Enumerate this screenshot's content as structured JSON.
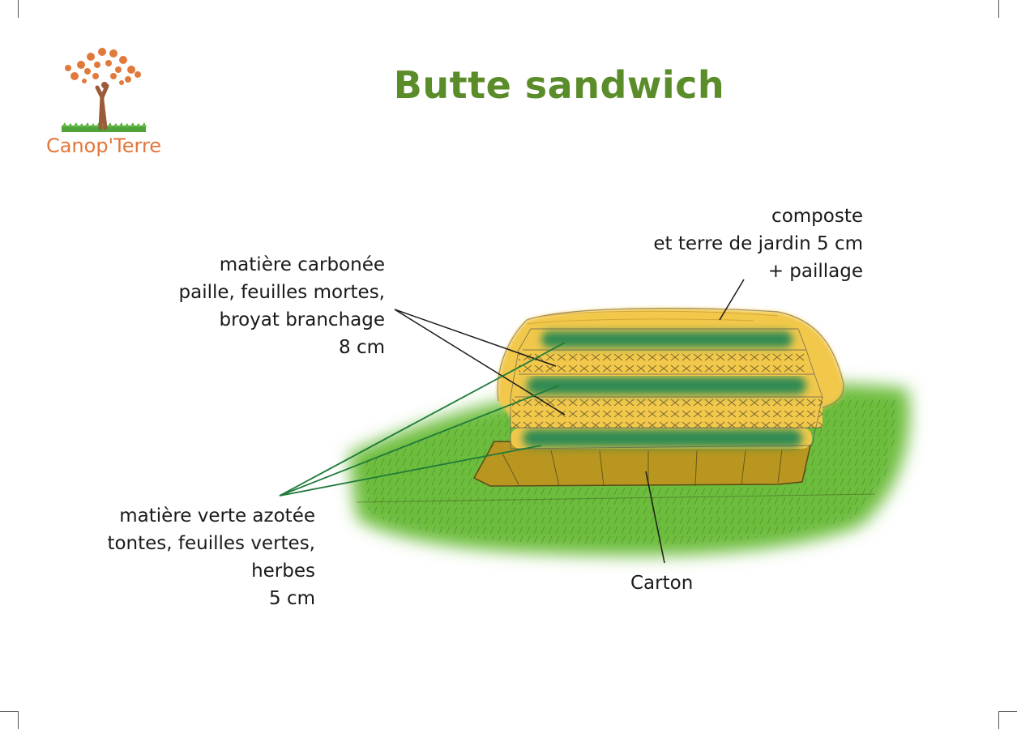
{
  "title": "Butte sandwich",
  "logo": {
    "name": "Canop'Terre"
  },
  "labels": {
    "compost": [
      "composte",
      "et terre de jardin 5 cm",
      "+ paillage"
    ],
    "carbon": [
      "matière carbonée",
      "paille, feuilles mortes,",
      "broyat branchage",
      "8 cm"
    ],
    "green": [
      "matière verte azotée",
      "tontes, feuilles vertes,",
      "herbes",
      "5 cm"
    ],
    "carton": "Carton"
  },
  "colors": {
    "title": "#5b8c2a",
    "logo": "#e2763a",
    "grass": "#6dbd3e",
    "straw": "#f2c84b",
    "green_layer": "#2f8a52",
    "carton": "#b8961f",
    "green_leader": "#1f7a3a"
  }
}
